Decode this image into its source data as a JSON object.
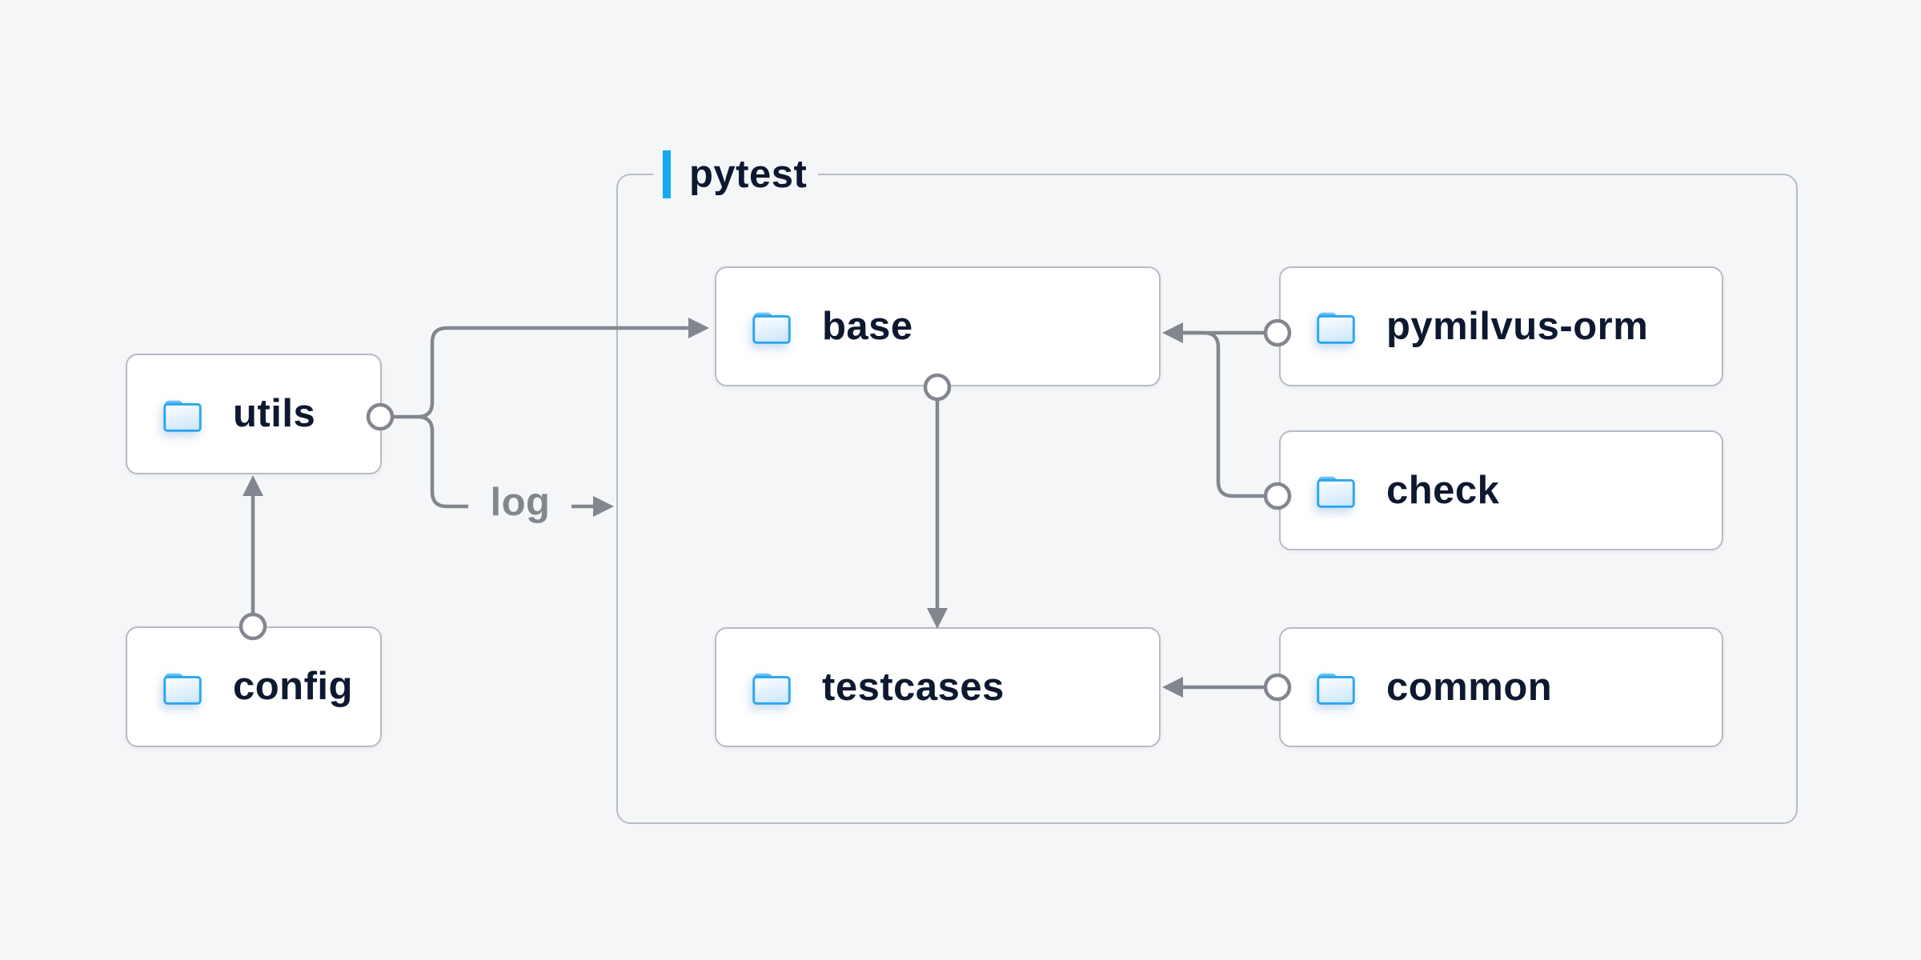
{
  "diagram": {
    "container": {
      "label": "pytest"
    },
    "nodes": [
      {
        "id": "utils",
        "label": "utils"
      },
      {
        "id": "config",
        "label": "config"
      },
      {
        "id": "base",
        "label": "base"
      },
      {
        "id": "pymilvus-orm",
        "label": "pymilvus-orm"
      },
      {
        "id": "check",
        "label": "check"
      },
      {
        "id": "testcases",
        "label": "testcases"
      },
      {
        "id": "common",
        "label": "common"
      }
    ],
    "edges": [
      {
        "from": "utils",
        "to": "base"
      },
      {
        "from": "utils",
        "to": "pytest-container",
        "label": "log"
      },
      {
        "from": "config",
        "to": "utils"
      },
      {
        "from": "base",
        "to": "testcases"
      },
      {
        "from": "pymilvus-orm",
        "to": "base"
      },
      {
        "from": "check",
        "to": "base"
      },
      {
        "from": "common",
        "to": "testcases"
      }
    ],
    "colors": {
      "background": "#f5f6f8",
      "node_fill": "#ffffff",
      "node_border": "#b8bbc5",
      "line_gray": "#83868e",
      "label_navy": "#0e1930",
      "accent_bar_blue": "#14a9f2",
      "folder_blue": "#2aa6f0"
    }
  }
}
